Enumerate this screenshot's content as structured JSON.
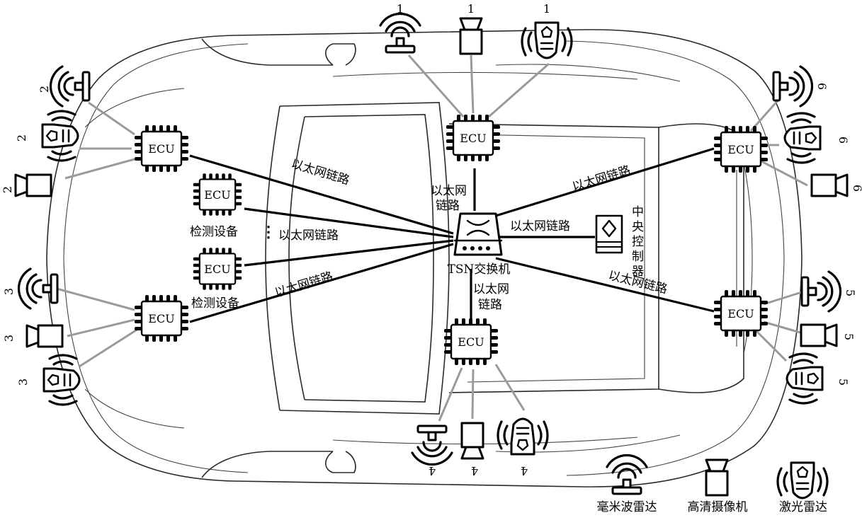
{
  "labels": {
    "ecu": "ECU",
    "ethernet_link": "以太网链路",
    "ethernet_link_line1": "以太网",
    "ethernet_link_line2": "链路",
    "tsn_switch": "TSN交换机",
    "central_controller": "中央控制器",
    "detection_device": "检测设备",
    "ellipsis": "⋮"
  },
  "sensor_groups": [
    "1",
    "2",
    "3",
    "4",
    "5",
    "6"
  ],
  "legend": {
    "radar": "毫米波雷达",
    "camera": "高清摄像机",
    "lidar": "激光雷达"
  },
  "icons": {
    "radar": "millimeter-wave-radar-icon",
    "camera": "hd-camera-icon",
    "lidar": "lidar-icon",
    "switch": "tsn-switch-icon",
    "controller": "central-controller-icon",
    "ecu": "ecu-chip-icon"
  },
  "colors": {
    "line": "#000000",
    "sensor_link": "#9a9a9a",
    "background": "#ffffff"
  }
}
